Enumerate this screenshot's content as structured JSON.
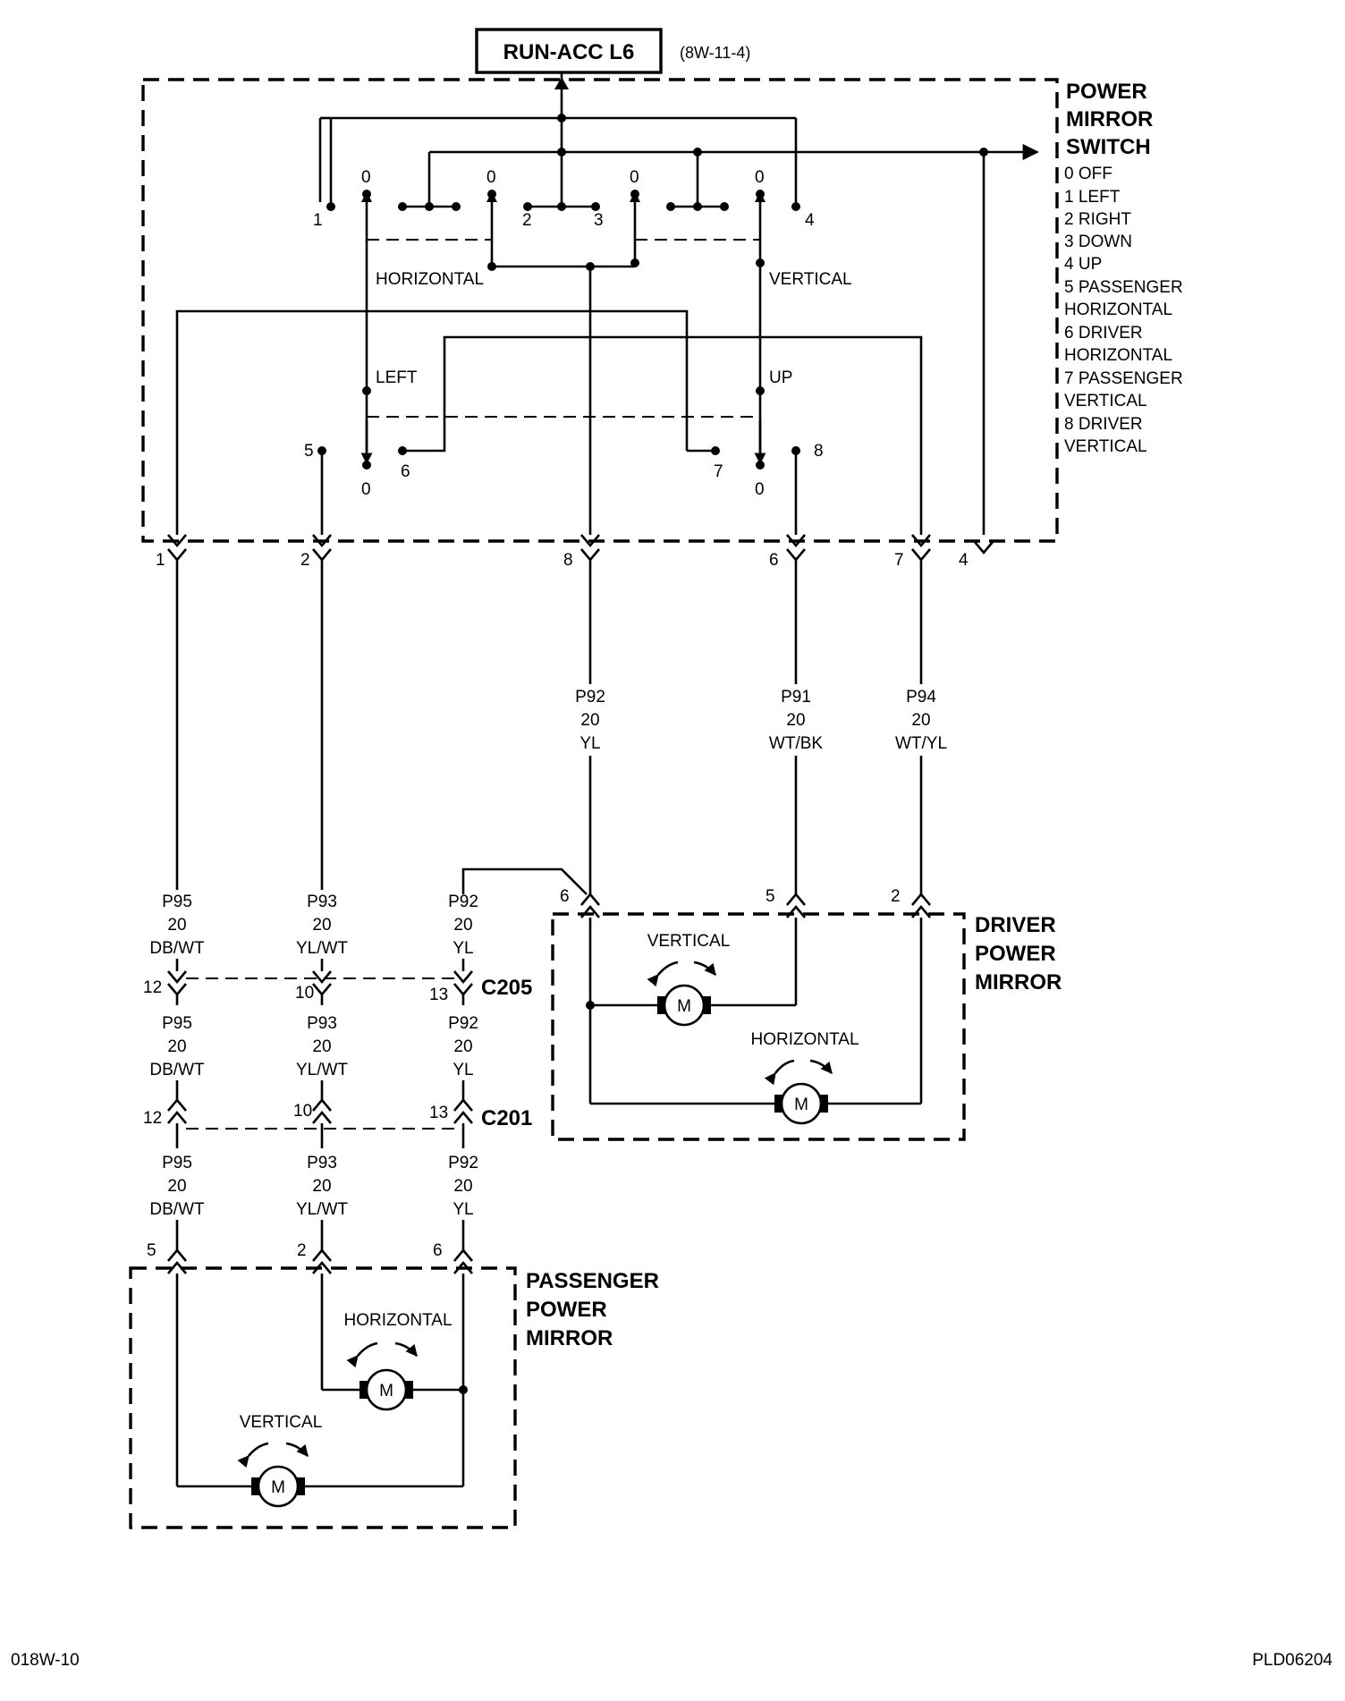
{
  "header": {
    "source_label": "RUN-ACC L6",
    "source_ref": "(8W-11-4)"
  },
  "switch": {
    "title_lines": [
      "POWER",
      "MIRROR",
      "SWITCH"
    ],
    "legend": [
      "0 OFF",
      "1 LEFT",
      "2 RIGHT",
      "3 DOWN",
      "4 UP",
      "5 PASSENGER",
      "HORIZONTAL",
      "6 DRIVER",
      "HORIZONTAL",
      "7 PASSENGER",
      "VERTICAL",
      "8 DRIVER",
      "VERTICAL"
    ],
    "labels": {
      "horizontal": "HORIZONTAL",
      "vertical": "VERTICAL",
      "left": "LEFT",
      "up": "UP",
      "off": "0"
    },
    "terminals_top": [
      "1",
      "2",
      "3",
      "4"
    ],
    "terminals_bottom": [
      "5",
      "6",
      "7",
      "8"
    ]
  },
  "pins": [
    "1",
    "2",
    "8",
    "6",
    "7",
    "4"
  ],
  "wires": {
    "p92": [
      "P92",
      "20",
      "YL"
    ],
    "p91": [
      "P91",
      "20",
      "WT/BK"
    ],
    "p94": [
      "P94",
      "20",
      "WT/YL"
    ],
    "p95": [
      "P95",
      "20",
      "DB/WT"
    ],
    "p93": [
      "P93",
      "20",
      "YL/WT"
    ]
  },
  "connectors": {
    "c205": {
      "name": "C205",
      "pins": [
        "12",
        "10",
        "13"
      ]
    },
    "c201": {
      "name": "C201",
      "pins": [
        "12",
        "10",
        "13"
      ]
    }
  },
  "driver_mirror": {
    "title_lines": [
      "DRIVER",
      "POWER",
      "MIRROR"
    ],
    "pins": [
      "6",
      "5",
      "2"
    ],
    "vertical_label": "VERTICAL",
    "horizontal_label": "HORIZONTAL",
    "motor_label": "M"
  },
  "passenger_mirror": {
    "title_lines": [
      "PASSENGER",
      "POWER",
      "MIRROR"
    ],
    "pins": [
      "5",
      "2",
      "6"
    ],
    "vertical_label": "VERTICAL",
    "horizontal_label": "HORIZONTAL",
    "motor_label": "M"
  },
  "footer": {
    "left": "018W-10",
    "right": "PLD06204"
  }
}
